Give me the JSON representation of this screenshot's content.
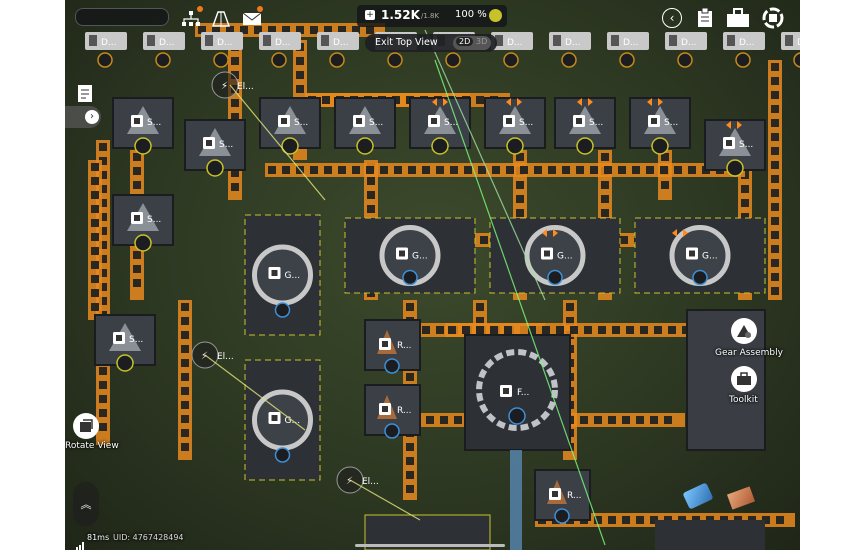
{
  "top_bar": {
    "power_value": "1.52K",
    "power_capacity": "/1.8K",
    "efficiency": "100 %"
  },
  "view": {
    "exit_label": "Exit Top View",
    "mode_2d": "2D",
    "mode_3d": "3D"
  },
  "side_tools": {
    "rotate_label": "Rotate View"
  },
  "actions": {
    "gear_assembly_label": "Gear Assembly",
    "toolkit_label": "Toolkit"
  },
  "status": {
    "ping": "81ms",
    "uid": "UID: 4767428494"
  },
  "machines": {
    "depot_label": "D...",
    "electric_label": "El...",
    "refiner_label": "R...",
    "shredder_label": "S...",
    "grinder_label": "G...",
    "furnace_label": "F..."
  },
  "colors": {
    "belt": "#e8891f",
    "belt_dark": "#2a2620",
    "machine": "#3b4047",
    "grass": "#33402a",
    "accent_yellow": "#c8c22a",
    "accent_blue": "#3d8fd6"
  }
}
